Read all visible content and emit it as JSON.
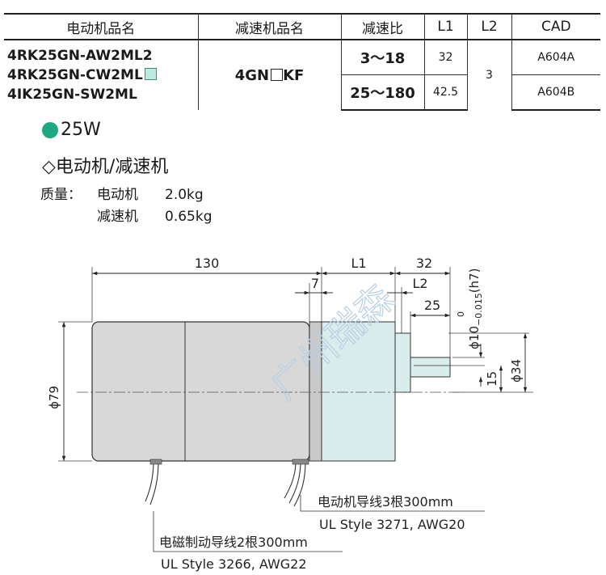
{
  "table": {
    "headers": [
      "电动机品名",
      "减速机品名",
      "减速比",
      "L1",
      "L2",
      "CAD"
    ],
    "motors": [
      "4RK25GN-AW2ML2",
      "4RK25GN-CW2ML",
      "4IK25GN-SW2ML"
    ],
    "gearhead": "4GN",
    "gearhead_suffix": "KF",
    "rows": [
      {
        "ratio": "3～18",
        "l1": "32",
        "cad": "A604A"
      },
      {
        "ratio": "25～180",
        "l1": "42.5",
        "cad": "A604B"
      }
    ],
    "l2": "3"
  },
  "power": "25W",
  "section_title": "◇电动机/减速机",
  "mass": {
    "label": "质量：",
    "items": [
      {
        "name": "电动机",
        "value": "2.0kg"
      },
      {
        "name": "减速机",
        "value": "0.65kg"
      }
    ]
  },
  "drawing": {
    "dim_130": "130",
    "dim_l1": "L1",
    "dim_32": "32",
    "dim_7": "7",
    "dim_l2": "L2",
    "dim_25": "25",
    "dim_shaft": "ϕ10",
    "tol_upper": "0",
    "tol_lower": "−0.015",
    "tol_fit": "(h7)",
    "dim_34": "ϕ34",
    "dim_15": "15",
    "dim_79": "ϕ79",
    "watermark": "广州瑞森",
    "lead1_title": "电动机导线3根300mm",
    "lead1_spec": "UL Style 3271, AWG20",
    "lead2_title": "电磁制动导线2根300mm",
    "lead2_spec": "UL Style 3266, AWG22"
  },
  "colors": {
    "motor_body": "#d8d8d8",
    "gear_body": "#d9eeec",
    "accent_dot": "#1fa784"
  }
}
